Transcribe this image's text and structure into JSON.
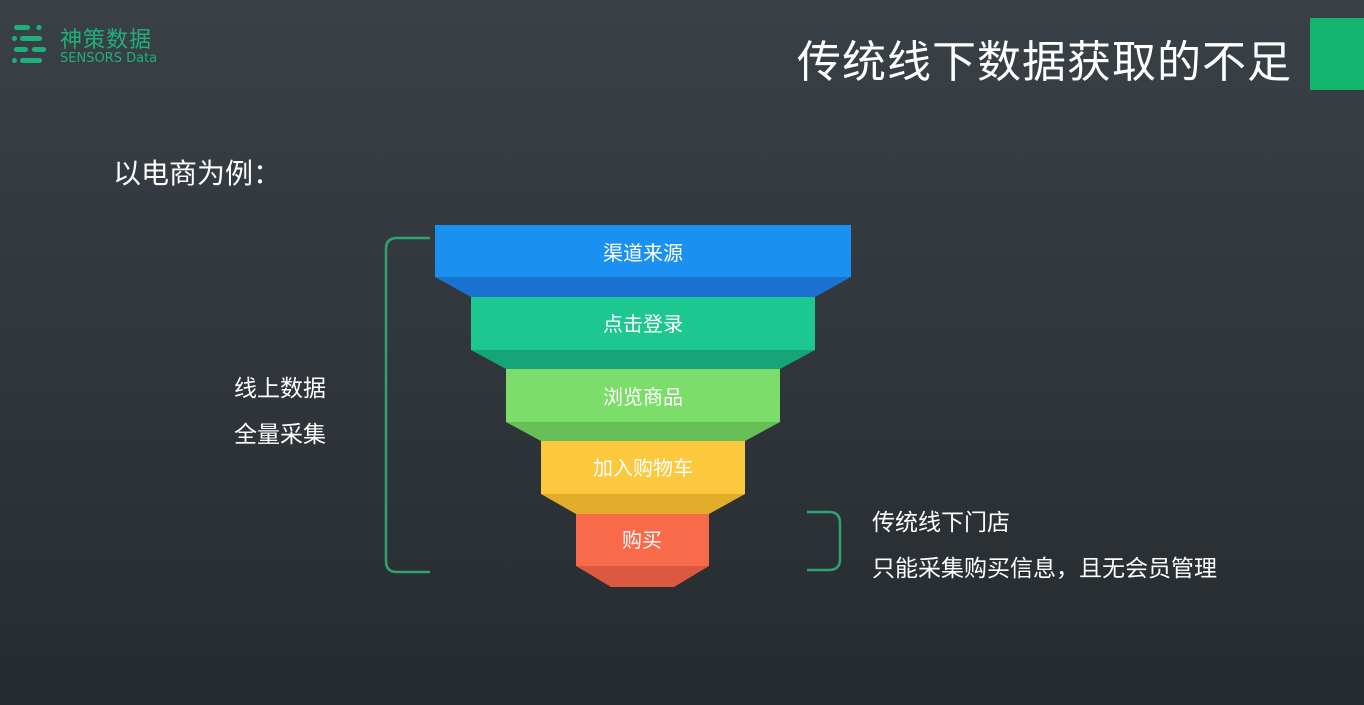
{
  "logo": {
    "name_cn": "神策数据",
    "name_en": "SENSORS Data"
  },
  "title": "传统线下数据获取的不足",
  "subtitle": "以电商为例：",
  "funnel": {
    "stages": [
      {
        "label": "渠道来源",
        "color": "#1a90f0",
        "shade": "#1a73cf"
      },
      {
        "label": "点击登录",
        "color": "#1cc790",
        "shade": "#16a577"
      },
      {
        "label": "浏览商品",
        "color": "#7ddd6a",
        "shade": "#66c057"
      },
      {
        "label": "加入购物车",
        "color": "#fbc83e",
        "shade": "#e3ad2c"
      },
      {
        "label": "购买",
        "color": "#f96a4a",
        "shade": "#dc5840"
      }
    ]
  },
  "online_note": [
    "线上数据",
    "全量采集"
  ],
  "offline_note": [
    "传统线下门店",
    "只能采集购买信息，且无会员管理"
  ],
  "colors": {
    "brand": "#13b56e",
    "bracket": "#2fa36e"
  }
}
